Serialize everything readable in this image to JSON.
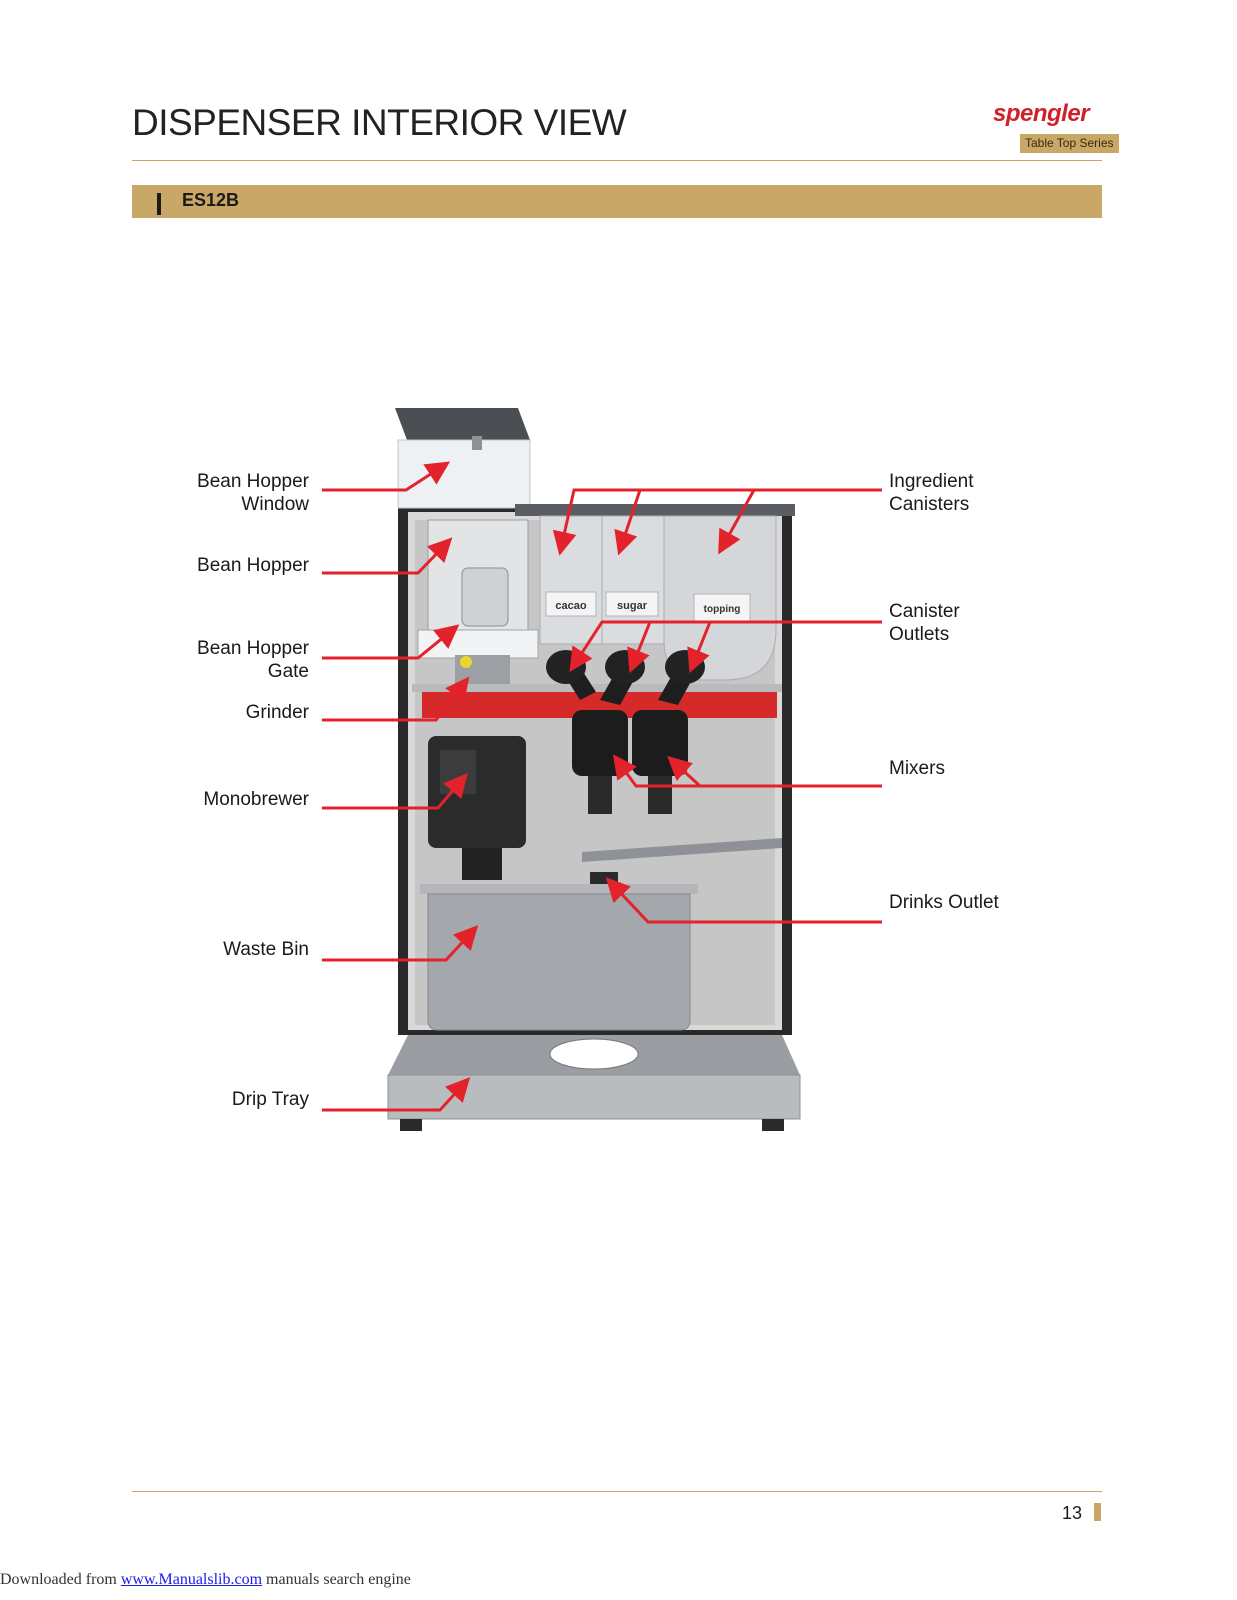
{
  "header": {
    "title": "DISPENSER INTERIOR VIEW",
    "brand": "spengler",
    "tagline": "Table Top Series"
  },
  "section": {
    "model": "ES12B"
  },
  "diagram": {
    "canister_labels": [
      "cacao",
      "sugar",
      "topping"
    ],
    "left_callouts": [
      {
        "line1": "Bean Hopper",
        "line2": "Window"
      },
      {
        "line1": "Bean Hopper",
        "line2": ""
      },
      {
        "line1": "Bean Hopper",
        "line2": "Gate"
      },
      {
        "line1": "Grinder",
        "line2": ""
      },
      {
        "line1": "Monobrewer",
        "line2": ""
      },
      {
        "line1": "Waste Bin",
        "line2": ""
      },
      {
        "line1": "Drip Tray",
        "line2": ""
      }
    ],
    "right_callouts": [
      {
        "line1": "Ingredient",
        "line2": "Canisters"
      },
      {
        "line1": "Canister",
        "line2": "Outlets"
      },
      {
        "line1": "Mixers",
        "line2": ""
      },
      {
        "line1": "Drinks Outlet",
        "line2": ""
      }
    ],
    "colors": {
      "arrow": "#e3222b",
      "accent_bar": "#d62a2a",
      "gold": "#c9a766"
    }
  },
  "footer": {
    "page_number": "13",
    "download_prefix": "Downloaded from ",
    "download_link": "www.Manualslib.com",
    "download_suffix": "  manuals search engine"
  }
}
